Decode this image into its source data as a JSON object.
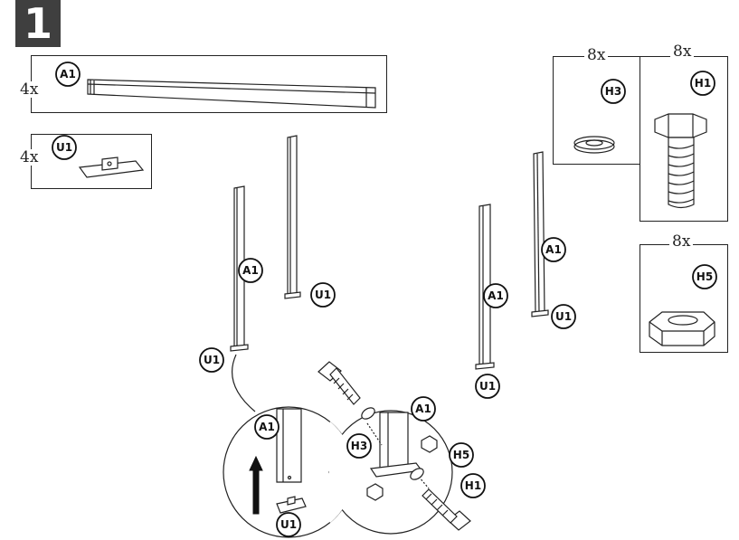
{
  "step": {
    "number": "1"
  },
  "parts_list": [
    {
      "id": "A1",
      "quantity": "4x"
    },
    {
      "id": "U1",
      "quantity": "4x"
    }
  ],
  "hardware_list": [
    {
      "id": "H3",
      "quantity": "8x"
    },
    {
      "id": "H1",
      "quantity": "8x"
    },
    {
      "id": "H5",
      "quantity": "8x"
    }
  ],
  "labels": {
    "a1": "A1",
    "u1": "U1",
    "h1": "H1",
    "h3": "H3",
    "h5": "H5"
  }
}
